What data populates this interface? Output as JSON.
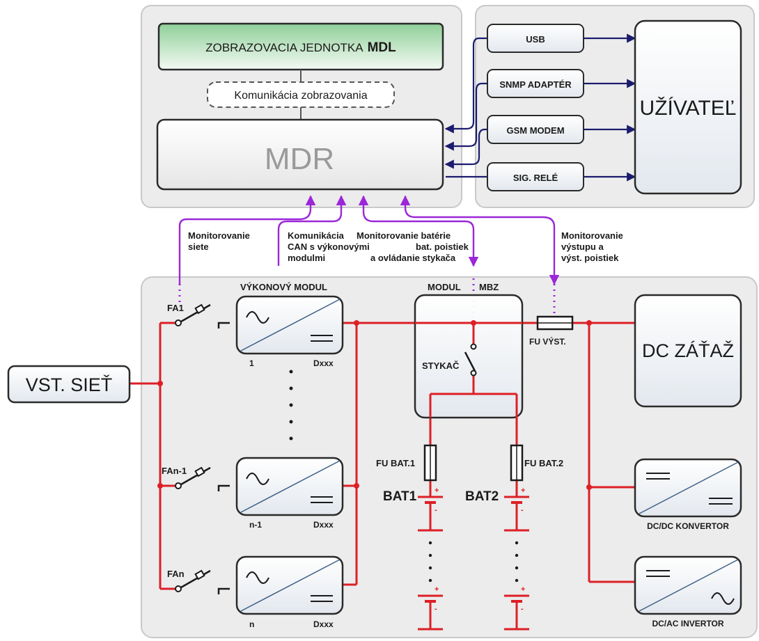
{
  "top": {
    "display_unit_prefix": "ZOBRAZOVACIA JEDNOTKA",
    "display_unit_suffix": "MDL",
    "display_comm": "Komunikácia zobrazovania",
    "mdr": "MDR"
  },
  "outputs": {
    "usb": "USB",
    "snmp": "SNMP ADAPTÉR",
    "gsm": "GSM MODEM",
    "relay": "SIG. RELÉ",
    "user": "UŽÍVATEĽ"
  },
  "monitoring": {
    "mains_l1": "Monitorovanie",
    "mains_l2": "siete",
    "can_l1": "Komunikácia",
    "can_l2": "CAN s výkonovými",
    "can_l3": "modulmi",
    "bat_l1": "Monitorovanie batérie",
    "bat_l2": "bat. poistiek",
    "bat_l3": "a ovládanie stykača",
    "out_l1": "Monitorovanie",
    "out_l2": "výstupu a",
    "out_l3": "výst. poistiek"
  },
  "power": {
    "module_title": "VÝKONOVÝ MODUL",
    "mbz_title_1": "MODUL",
    "mbz_title_2": "MBZ",
    "mains_input": "VST. SIEŤ",
    "fa1": "FA1",
    "fan1": "FAn-1",
    "fan": "FAn",
    "mod1_num": "1",
    "mod_n1_num": "n-1",
    "mod_n_num": "n",
    "dxxx": "Dxxx",
    "contactor": "STYKAČ",
    "fuse_out": "FU VÝST.",
    "fuse_bat1": "FU BAT.1",
    "fuse_bat2": "FU BAT.2",
    "bat1": "BAT1",
    "bat2": "BAT2",
    "dc_load": "DC ZÁŤAŽ",
    "dcdc": "DC/DC KONVERTOR",
    "dcac": "DC/AC INVERTOR"
  },
  "colors": {
    "power_line": "#dd1f26",
    "monitor_line": "#9b27d8",
    "comm_line": "#1c1c6e",
    "panel_bg": "#ececec",
    "box_bg": "#f2f5f8",
    "display_unit": "#c2dfc4"
  }
}
